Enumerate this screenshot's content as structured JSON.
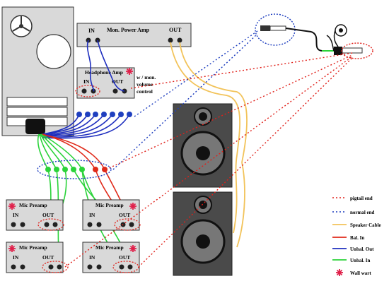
{
  "devices": {
    "power_amp": {
      "title": "Mon. Power Amp",
      "in_label": "IN",
      "out_label": "OUT"
    },
    "headphone_amp": {
      "title": "Headphone Amp",
      "in_label": "IN",
      "out_label": "OUT"
    },
    "headphone_note": [
      "w / mon.",
      "volume",
      "control"
    ],
    "mic_preamps": [
      {
        "title": "Mic Preamp",
        "in_label": "IN",
        "out_label": "OUT"
      },
      {
        "title": "Mic Preamp",
        "in_label": "IN",
        "out_label": "OUT"
      },
      {
        "title": "Mic Preamp",
        "in_label": "IN",
        "out_label": "OUT"
      },
      {
        "title": "Mic Preamp",
        "in_label": "IN",
        "out_label": "OUT"
      }
    ]
  },
  "legend": [
    {
      "label": "pigtail end",
      "style": "dotted",
      "color": "#e0201a"
    },
    {
      "label": "normal end",
      "style": "dotted",
      "color": "#1f3fbf"
    },
    {
      "label": "Speaker Cable",
      "style": "line",
      "color": "#f2c35a"
    },
    {
      "label": "Bal. In",
      "style": "line",
      "color": "#e02a1a"
    },
    {
      "label": "Unbal. Out",
      "style": "line",
      "color": "#1f2fbf"
    },
    {
      "label": "Unbal. In",
      "style": "line",
      "color": "#2bd33a"
    },
    {
      "label": "Wall wart",
      "style": "star",
      "color": "#e0204a"
    }
  ],
  "colors": {
    "pigtail": "#e0201a",
    "normal": "#1f3fbf",
    "speaker": "#f2c35a",
    "bal_in": "#e02a1a",
    "unbal_out": "#1f2fbf",
    "unbal_in": "#2bd33a",
    "wall_wart": "#e0204a",
    "device_fill": "#d9d9d9",
    "speaker_fill": "#4a4a4a"
  }
}
